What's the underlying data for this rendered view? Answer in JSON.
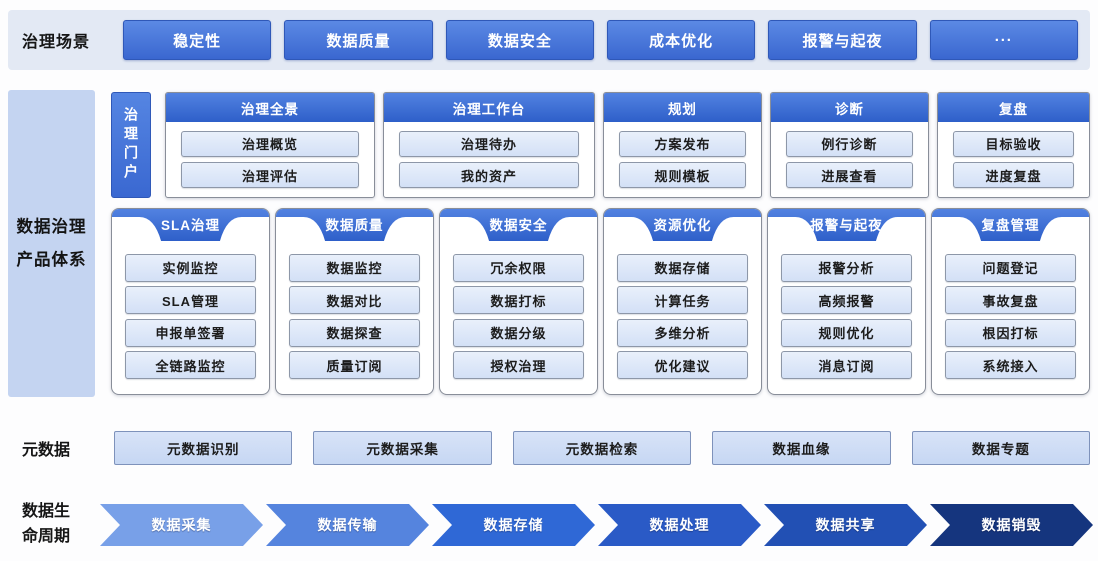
{
  "scenarios": {
    "label": "治理场景",
    "items": [
      "稳定性",
      "数据质量",
      "数据安全",
      "成本优化",
      "报警与起夜",
      "···"
    ]
  },
  "product_system": {
    "label": "数据治理产品体系",
    "portal_label": "治理门户",
    "portal_cards": [
      {
        "title": "治理全景",
        "items": [
          "治理概览",
          "治理评估"
        ]
      },
      {
        "title": "治理工作台",
        "items": [
          "治理待办",
          "我的资产"
        ]
      },
      {
        "title": "规划",
        "items": [
          "方案发布",
          "规则模板"
        ]
      },
      {
        "title": "诊断",
        "items": [
          "例行诊断",
          "进展查看"
        ]
      },
      {
        "title": "复盘",
        "items": [
          "目标验收",
          "进度复盘"
        ]
      }
    ],
    "product_cards": [
      {
        "title": "SLA治理",
        "items": [
          "实例监控",
          "SLA管理",
          "申报单签署",
          "全链路监控"
        ]
      },
      {
        "title": "数据质量",
        "items": [
          "数据监控",
          "数据对比",
          "数据探查",
          "质量订阅"
        ]
      },
      {
        "title": "数据安全",
        "items": [
          "冗余权限",
          "数据打标",
          "数据分级",
          "授权治理"
        ]
      },
      {
        "title": "资源优化",
        "items": [
          "数据存储",
          "计算任务",
          "多维分析",
          "优化建议"
        ]
      },
      {
        "title": "报警与起夜",
        "items": [
          "报警分析",
          "高频报警",
          "规则优化",
          "消息订阅"
        ]
      },
      {
        "title": "复盘管理",
        "items": [
          "问题登记",
          "事故复盘",
          "根因打标",
          "系统接入"
        ]
      }
    ]
  },
  "metadata": {
    "label": "元数据",
    "items": [
      "元数据识别",
      "元数据采集",
      "元数据检索",
      "数据血缘",
      "数据专题"
    ]
  },
  "lifecycle": {
    "label": "数据生命周期",
    "stages": [
      {
        "label": "数据采集",
        "color": "#78a0e8"
      },
      {
        "label": "数据传输",
        "color": "#5584de"
      },
      {
        "label": "数据存储",
        "color": "#2f68d6"
      },
      {
        "label": "数据处理",
        "color": "#2a5ac6"
      },
      {
        "label": "数据共享",
        "color": "#2250b4"
      },
      {
        "label": "数据销毁",
        "color": "#15357e"
      }
    ]
  },
  "colors": {
    "primary_blue": "#3a67d0",
    "band_background": "#e3e9f4",
    "sidebar_background": "#c4d4f1",
    "chip_background": "#d8e3f7"
  }
}
